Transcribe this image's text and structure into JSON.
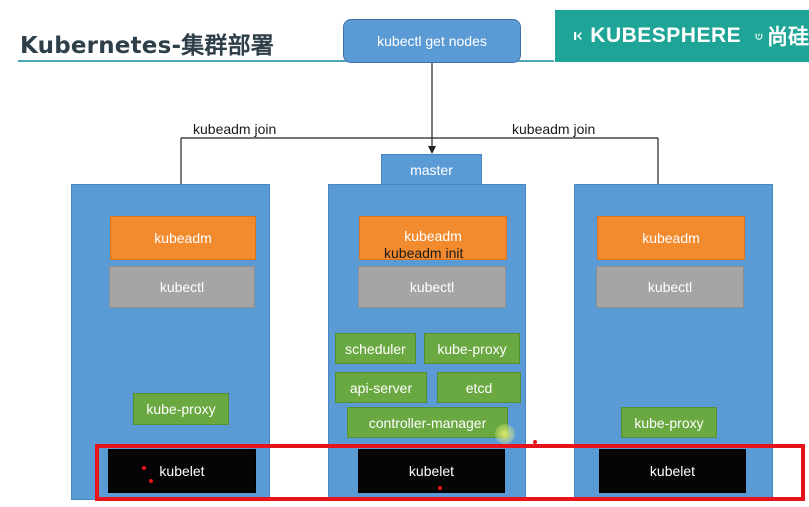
{
  "header": {
    "title": "Kubernetes-集群部署",
    "brand": {
      "name": "KUBESPHERE",
      "partner": "尚硅",
      "color": "#1fa597"
    }
  },
  "command": {
    "label": "kubectl get nodes"
  },
  "edges": {
    "join_left": "kubeadm join",
    "join_right": "kubeadm join"
  },
  "master": {
    "tab_label": "master",
    "kubeadm": "kubeadm",
    "init_label": "kubeadm init",
    "kubectl": "kubectl",
    "components": {
      "scheduler": "scheduler",
      "kube_proxy": "kube-proxy",
      "api_server": "api-server",
      "etcd": "etcd",
      "controller_manager": "controller-manager"
    },
    "kubelet": "kubelet"
  },
  "worker_left": {
    "kubeadm": "kubeadm",
    "kubectl": "kubectl",
    "kube_proxy": "kube-proxy",
    "kubelet": "kubelet"
  },
  "worker_right": {
    "kubeadm": "kubeadm",
    "kubectl": "kubectl",
    "kube_proxy": "kube-proxy",
    "kubelet": "kubelet"
  },
  "colors": {
    "node": "#5b9bd5",
    "kubeadm": "#f28a2e",
    "kubectl": "#a5a5a5",
    "component": "#6aa842",
    "kubelet": "#050505",
    "highlight": "#e8141b"
  }
}
